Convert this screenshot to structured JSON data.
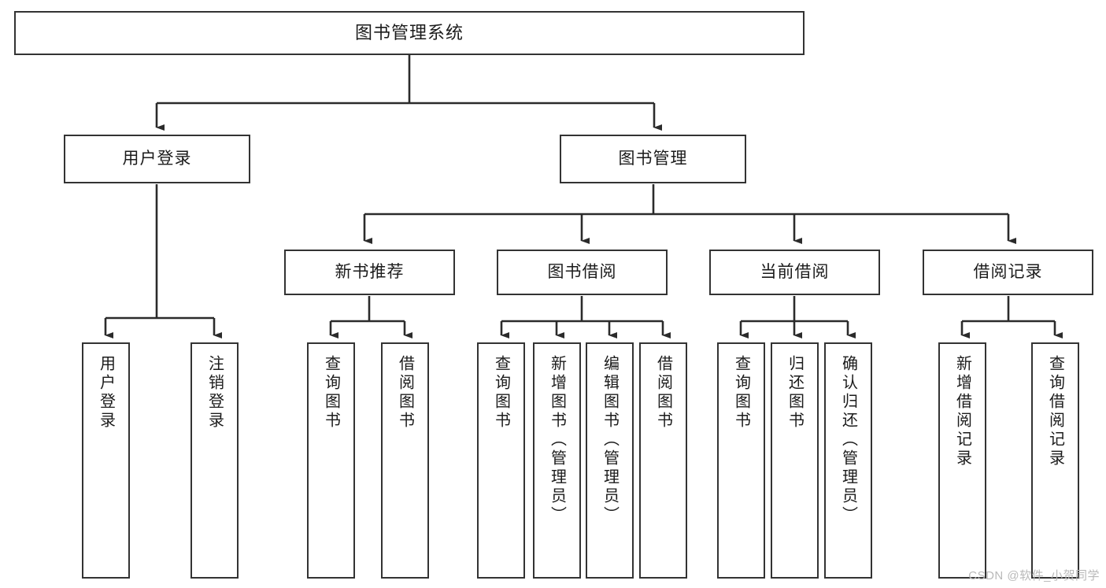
{
  "diagram": {
    "type": "tree-hierarchy-chart",
    "title": "图书管理系统",
    "watermark": "CSDN @软件_小贺同学",
    "colors": {
      "box_border": "#333333",
      "box_fill": "#ffffff",
      "edge": "#2b2b2b",
      "text": "#1b1b1b",
      "watermark": "#b9b9b9",
      "background": "#ffffff"
    },
    "levels": [
      {
        "level": 1,
        "nodes": [
          {
            "id": "root",
            "label": "图书管理系统",
            "orientation": "horizontal"
          }
        ]
      },
      {
        "level": 2,
        "nodes": [
          {
            "id": "user-login",
            "label": "用户登录",
            "orientation": "horizontal",
            "parent": "root"
          },
          {
            "id": "book-manage",
            "label": "图书管理",
            "orientation": "horizontal",
            "parent": "root"
          }
        ]
      },
      {
        "level": 3,
        "nodes": [
          {
            "id": "new-book-rec",
            "label": "新书推荐",
            "orientation": "horizontal",
            "parent": "book-manage"
          },
          {
            "id": "book-borrow",
            "label": "图书借阅",
            "orientation": "horizontal",
            "parent": "book-manage"
          },
          {
            "id": "current-borrow",
            "label": "当前借阅",
            "orientation": "horizontal",
            "parent": "book-manage"
          },
          {
            "id": "borrow-record",
            "label": "借阅记录",
            "orientation": "horizontal",
            "parent": "book-manage"
          }
        ]
      },
      {
        "level": 4,
        "nodes": [
          {
            "id": "leaf-user-login",
            "label": "用户登录",
            "orientation": "vertical",
            "parent": "user-login"
          },
          {
            "id": "leaf-logout",
            "label": "注销登录",
            "orientation": "vertical",
            "parent": "user-login"
          },
          {
            "id": "leaf-query-book-1",
            "label": "查询图书",
            "orientation": "vertical",
            "parent": "new-book-rec"
          },
          {
            "id": "leaf-borrow-book-1",
            "label": "借阅图书",
            "orientation": "vertical",
            "parent": "new-book-rec"
          },
          {
            "id": "leaf-query-book-2",
            "label": "查询图书",
            "orientation": "vertical",
            "parent": "book-borrow"
          },
          {
            "id": "leaf-add-book",
            "label": "新增图书（管理员）",
            "orientation": "vertical",
            "parent": "book-borrow"
          },
          {
            "id": "leaf-edit-book",
            "label": "编辑图书（管理员）",
            "orientation": "vertical",
            "parent": "book-borrow"
          },
          {
            "id": "leaf-borrow-book-2",
            "label": "借阅图书",
            "orientation": "vertical",
            "parent": "book-borrow"
          },
          {
            "id": "leaf-query-book-3",
            "label": "查询图书",
            "orientation": "vertical",
            "parent": "current-borrow"
          },
          {
            "id": "leaf-return-book",
            "label": "归还图书",
            "orientation": "vertical",
            "parent": "current-borrow"
          },
          {
            "id": "leaf-confirm-return",
            "label": "确认归还（管理员）",
            "orientation": "vertical",
            "parent": "current-borrow"
          },
          {
            "id": "leaf-add-record",
            "label": "新增借阅记录",
            "orientation": "vertical",
            "parent": "borrow-record"
          },
          {
            "id": "leaf-query-record",
            "label": "查询借阅记录",
            "orientation": "vertical",
            "parent": "borrow-record"
          }
        ]
      }
    ]
  }
}
